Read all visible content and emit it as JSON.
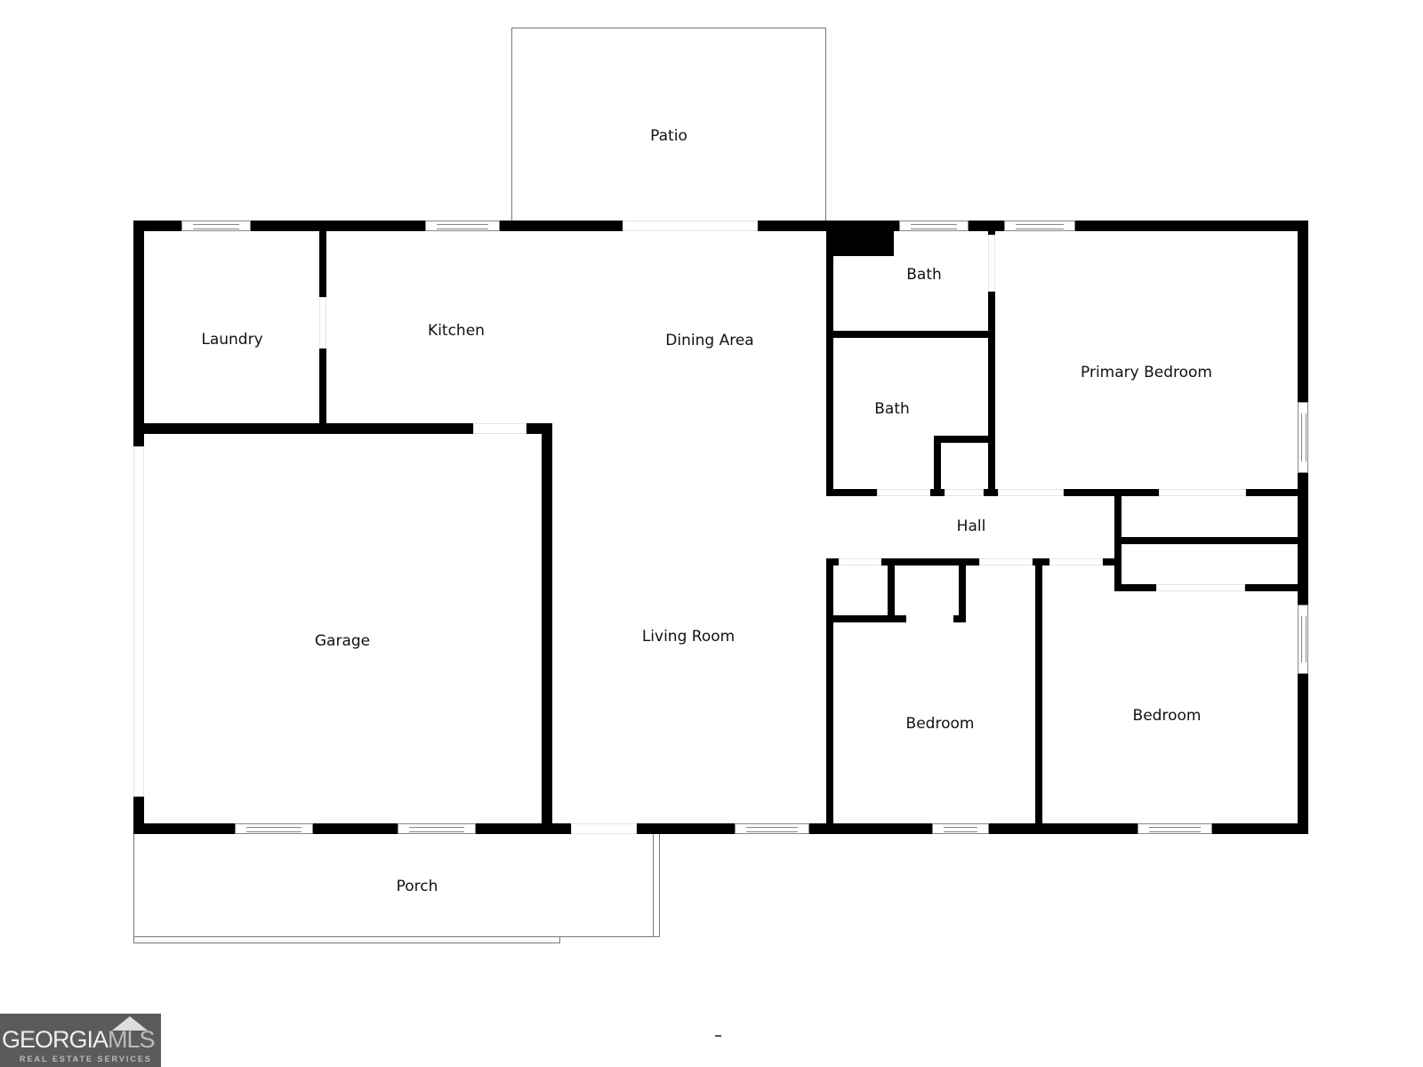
{
  "floorplan": {
    "rooms": [
      {
        "id": "patio",
        "label": "Patio"
      },
      {
        "id": "laundry",
        "label": "Laundry"
      },
      {
        "id": "kitchen",
        "label": "Kitchen"
      },
      {
        "id": "dining",
        "label": "Dining Area"
      },
      {
        "id": "bath1",
        "label": "Bath"
      },
      {
        "id": "bath2",
        "label": "Bath"
      },
      {
        "id": "primary",
        "label": "Primary Bedroom"
      },
      {
        "id": "hall",
        "label": "Hall"
      },
      {
        "id": "garage",
        "label": "Garage"
      },
      {
        "id": "living",
        "label": "Living Room"
      },
      {
        "id": "bedroom1",
        "label": "Bedroom"
      },
      {
        "id": "bedroom2",
        "label": "Bedroom"
      },
      {
        "id": "porch",
        "label": "Porch"
      }
    ]
  },
  "logo": {
    "brand_main": "GEORGIA",
    "brand_accent": "MLS",
    "tagline": "REAL ESTATE SERVICES",
    "icon": "roof-icon"
  },
  "colors": {
    "wall": "#000000",
    "background": "#ffffff",
    "logo_bg": "#5b5b5b"
  }
}
